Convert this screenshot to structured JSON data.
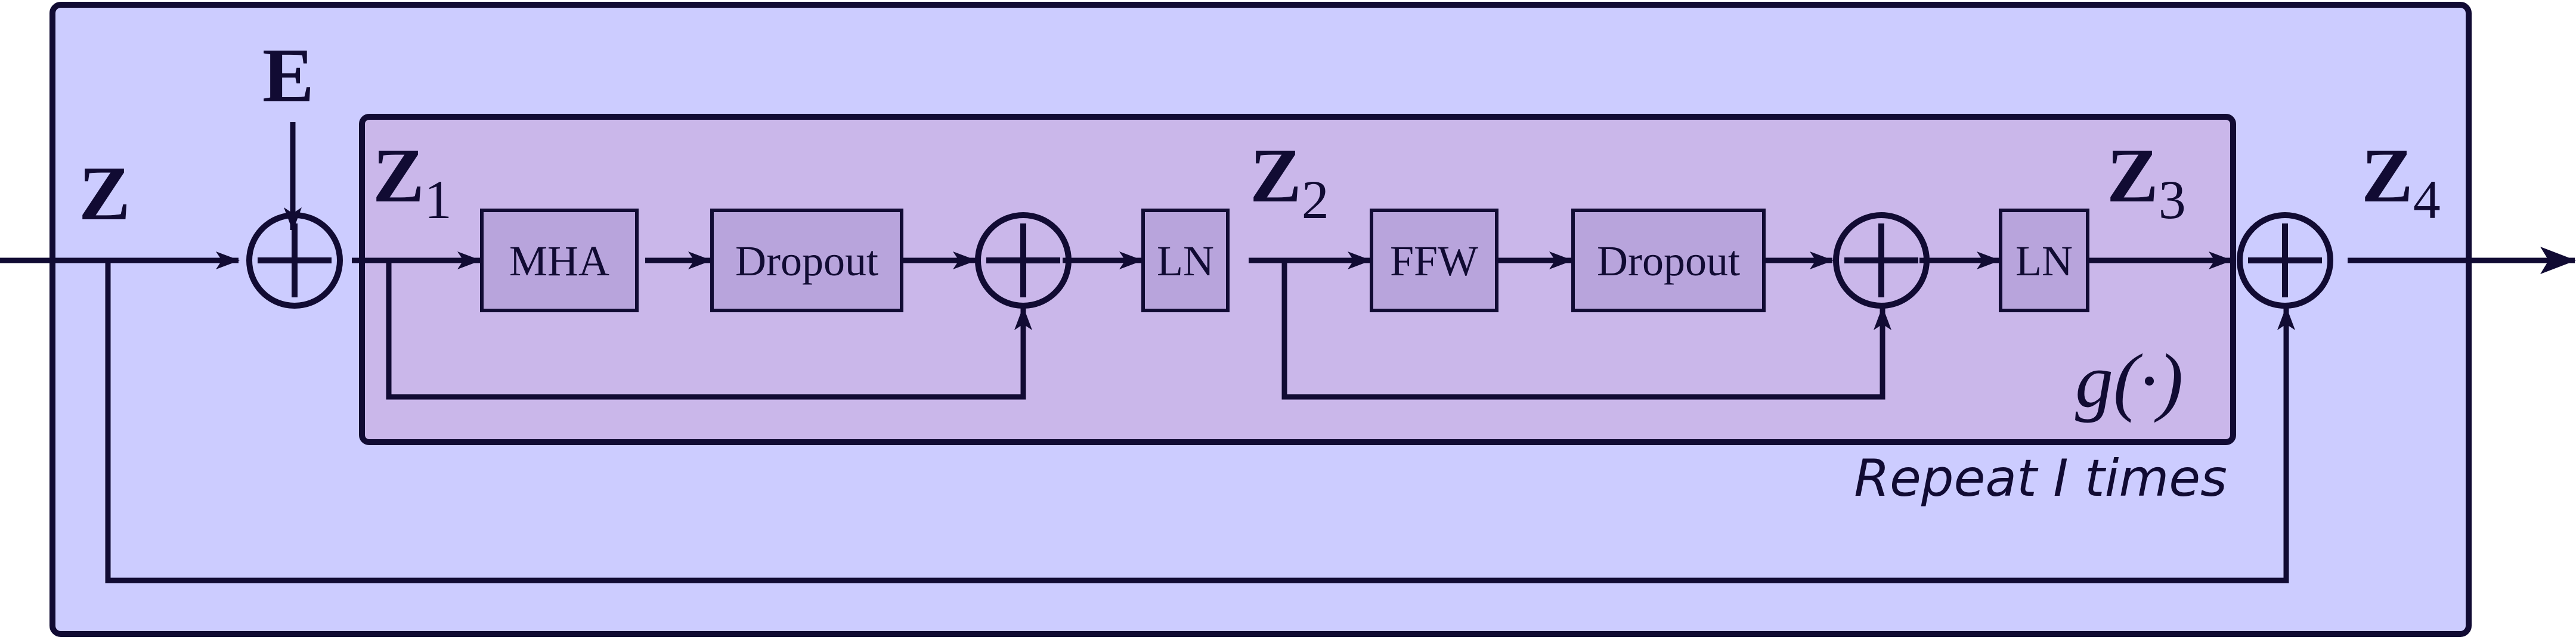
{
  "labels": {
    "z": "Z",
    "e": "E",
    "z1_base": "Z",
    "z1_sub": "1",
    "z2_base": "Z",
    "z2_sub": "2",
    "z3_base": "Z",
    "z3_sub": "3",
    "z4_base": "Z",
    "z4_sub": "4",
    "g_func": "g(·)",
    "repeat": "Repeat I times"
  },
  "blocks": {
    "mha": "MHA",
    "dropout1": "Dropout",
    "ln1": "LN",
    "ffw": "FFW",
    "dropout2": "Dropout",
    "ln2": "LN"
  },
  "colors": {
    "outer_fill": "#ccccff",
    "inner_fill": "#cab7ea",
    "block_fill": "#b8a4dc",
    "stroke": "#110b33"
  }
}
